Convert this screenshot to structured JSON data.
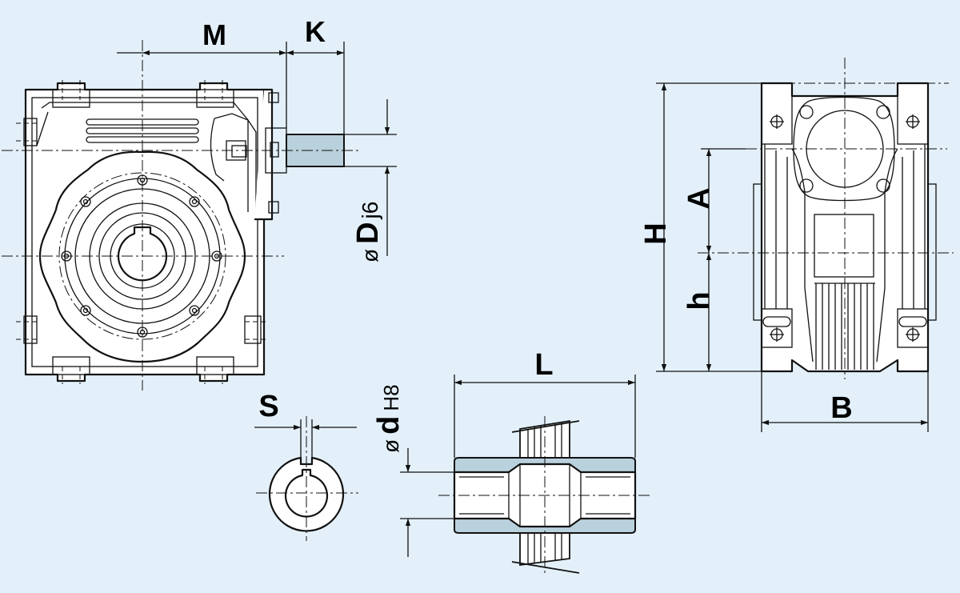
{
  "labels": {
    "M": "M",
    "K": "K",
    "D_prefix": "ø",
    "D": "D",
    "D_tol": "j6",
    "H": "H",
    "A": "A",
    "h": "h",
    "B": "B",
    "S": "S",
    "L": "L",
    "d_prefix": "ø",
    "d": "d",
    "d_tol": "H8"
  },
  "colors": {
    "background": "#e3f0f9",
    "section_fill": "#b9d1dc",
    "line": "#111111"
  }
}
